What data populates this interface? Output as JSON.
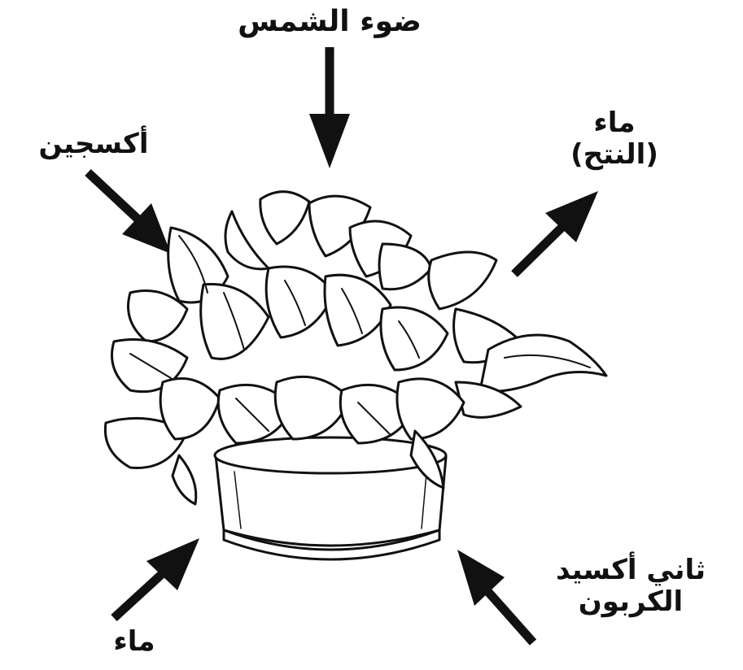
{
  "labels": {
    "sunlight": "ضوء الشمس",
    "oxygen": "أكسجين",
    "transpiration_water": "ماء",
    "transpiration_term": "(النتح)",
    "water_in": "ماء",
    "co2_line1": "ثاني أكسيد",
    "co2_line2": "الكربون"
  },
  "colors": {
    "ink": "#111111",
    "background": "#ffffff"
  },
  "icons": {
    "arrow": "arrow-icon",
    "plant": "potted-plant-icon"
  }
}
